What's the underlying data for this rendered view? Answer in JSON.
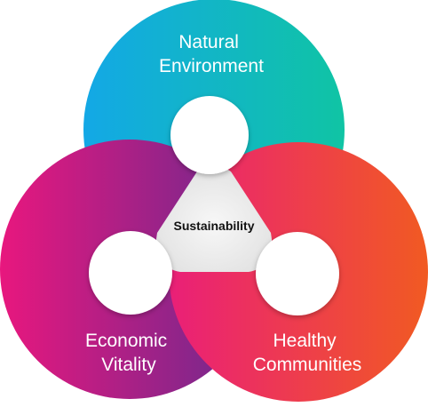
{
  "diagram": {
    "top": {
      "line1": "Natural",
      "line2": "Environment"
    },
    "left": {
      "line1": "Economic",
      "line2": "Vitality"
    },
    "right": {
      "line1": "Healthy",
      "line2": "Communities"
    },
    "center": "Sustainability"
  },
  "colors": {
    "top_start": "#13a8e6",
    "top_end": "#10c4a4",
    "left_start": "#e8177e",
    "left_end": "#6a2a8e",
    "right_start": "#ea1f78",
    "right_end": "#f15a22",
    "center_fill": "#ececec"
  }
}
